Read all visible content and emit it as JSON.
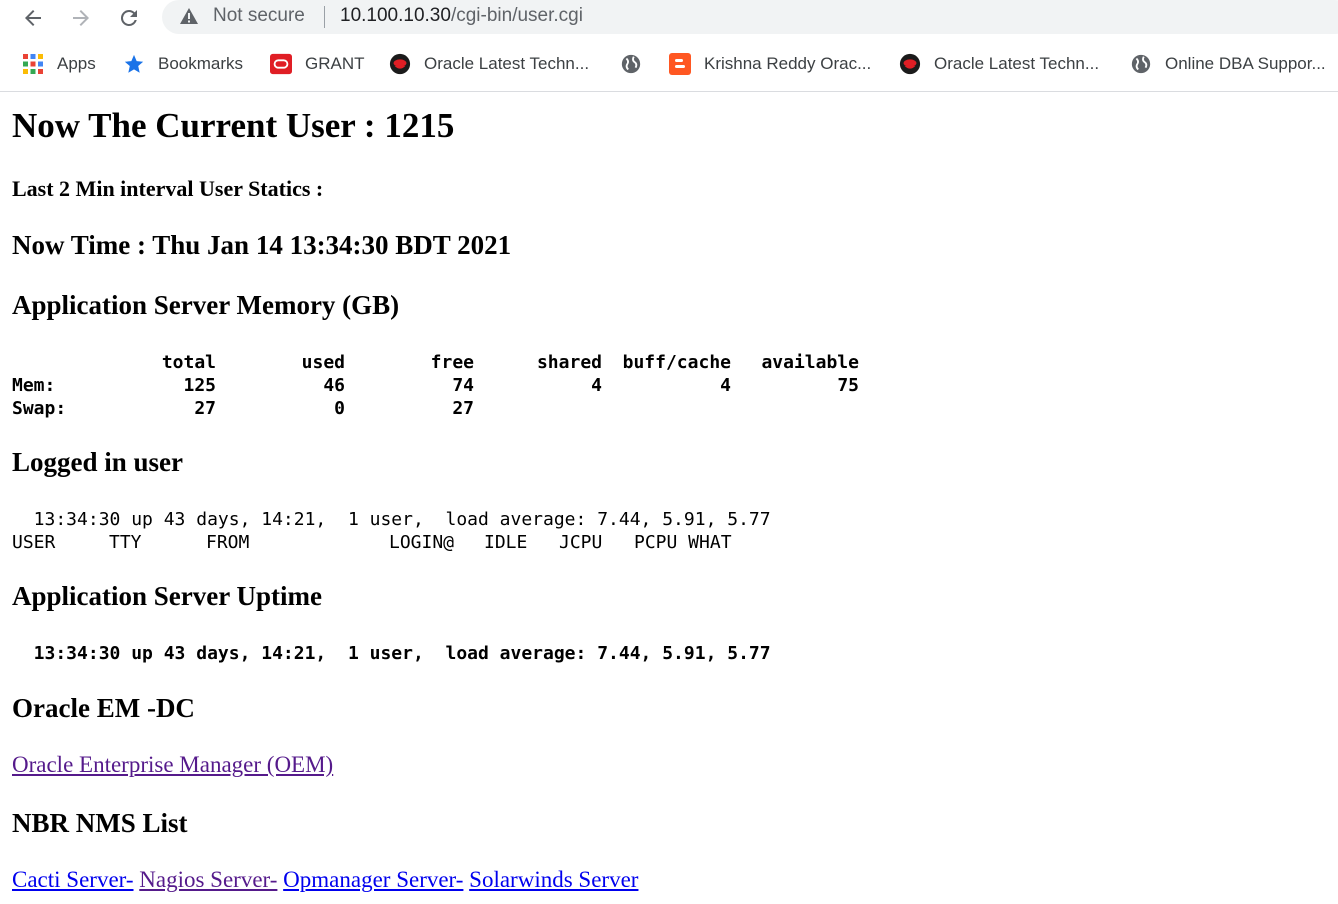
{
  "browser": {
    "security_label": "Not secure",
    "url_host": "10.100.10.30",
    "url_path": "/cgi-bin/user.cgi",
    "bookmarks": [
      {
        "label": "Apps",
        "icon": "apps-grid-icon"
      },
      {
        "label": "Bookmarks",
        "icon": "star-icon"
      },
      {
        "label": "GRANT",
        "icon": "oracle-icon"
      },
      {
        "label": "Oracle Latest Techn...",
        "icon": "oracle-latest-icon"
      },
      {
        "label": "",
        "icon": "globe-icon"
      },
      {
        "label": "Krishna Reddy Orac...",
        "icon": "blogger-icon"
      },
      {
        "label": "Oracle Latest Techn...",
        "icon": "oracle-latest-icon"
      },
      {
        "label": "Online DBA Suppor...",
        "icon": "globe-icon"
      }
    ],
    "colors": {
      "oracle_red": "#e01e25",
      "blogger_orange": "#ff5722",
      "star_blue": "#1a73e8"
    }
  },
  "page": {
    "current_user": "Now The Current User : 1215",
    "interval_stats": "Last 2 Min interval User Statics :",
    "now_time": "Now Time : Thu Jan 14 13:34:30 BDT 2021",
    "memory_heading": "Application Server Memory (GB)",
    "memory": {
      "headers": [
        "total",
        "used",
        "free",
        "shared",
        "buff/cache",
        "available"
      ],
      "rows": [
        {
          "label": "Mem:",
          "values": [
            "125",
            "46",
            "74",
            "4",
            "4",
            "75"
          ]
        },
        {
          "label": "Swap:",
          "values": [
            "27",
            "0",
            "27",
            "",
            "",
            ""
          ]
        }
      ]
    },
    "logged_heading": "Logged in user",
    "logged_uptime_line": "  13:34:30 up 43 days, 14:21,  1 user,  load average: 7.44, 5.91, 5.77",
    "who_headers": [
      "USER",
      "TTY",
      "FROM",
      "LOGIN@",
      "IDLE",
      "JCPU",
      "PCPU WHAT"
    ],
    "uptime_heading": "Application Server Uptime",
    "uptime_line": "  13:34:30 up 43 days, 14:21,  1 user,  load average: 7.44, 5.91, 5.77",
    "oem_heading": "Oracle EM -DC",
    "oem_link": "Oracle Enterprise Manager (OEM)",
    "nms_heading": "NBR NMS List",
    "nms_links": [
      "Cacti Server-",
      "Nagios Server-",
      "Opmanager Server-",
      "Solarwinds Server"
    ],
    "link_colors": {
      "unvisited": "#0000ee",
      "visited": "#551a8b"
    }
  }
}
